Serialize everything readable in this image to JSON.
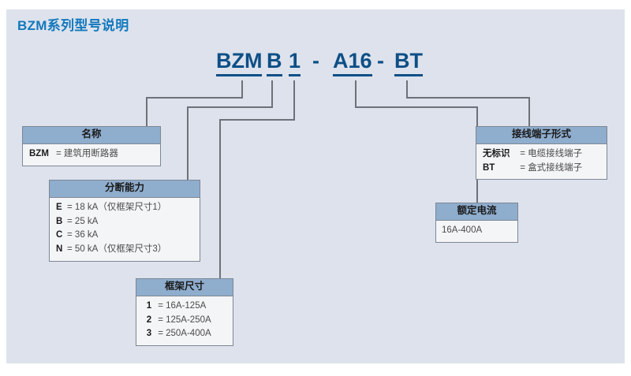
{
  "title": "BZM系列型号说明",
  "model_code": {
    "segments": [
      {
        "text": "BZM",
        "underlined": true
      },
      {
        "text": "B",
        "underlined": true
      },
      {
        "text": "1",
        "underlined": true
      },
      {
        "text": "-",
        "underlined": false
      },
      {
        "text": "A16",
        "underlined": true
      },
      {
        "text": "-",
        "underlined": false
      },
      {
        "text": "BT",
        "underlined": true
      }
    ]
  },
  "boxes": {
    "name": {
      "header": "名称",
      "rows": [
        {
          "key": "BZM",
          "eq": "=",
          "value": "建筑用断路器"
        }
      ]
    },
    "breaking_capacity": {
      "header": "分断能力",
      "rows": [
        {
          "key": "E",
          "eq": "=",
          "value": "18 kA（仅框架尺寸1）"
        },
        {
          "key": "B",
          "eq": "=",
          "value": "25 kA"
        },
        {
          "key": "C",
          "eq": "=",
          "value": "36 kA"
        },
        {
          "key": "N",
          "eq": "=",
          "value": "50 kA（仅框架尺寸3）"
        }
      ]
    },
    "frame_size": {
      "header": "框架尺寸",
      "rows": [
        {
          "key": "1",
          "eq": "=",
          "value": "16A-125A"
        },
        {
          "key": "2",
          "eq": "=",
          "value": "125A-250A"
        },
        {
          "key": "3",
          "eq": "=",
          "value": "250A-400A"
        }
      ]
    },
    "rated_current": {
      "header": "额定电流",
      "value": "16A-400A"
    },
    "terminal_type": {
      "header": "接线端子形式",
      "rows": [
        {
          "key": "无标识",
          "eq": "=",
          "value": "电缆接线端子"
        },
        {
          "key": "BT",
          "eq": "=",
          "value": "盒式接线端子"
        }
      ]
    }
  },
  "colors": {
    "panel_bg": "#dde2ec",
    "title_blue": "#1278bd",
    "code_blue": "#0d4f86",
    "box_header": "#8fadcd",
    "box_body": "#f4f5f7",
    "line": "#6d7279"
  }
}
